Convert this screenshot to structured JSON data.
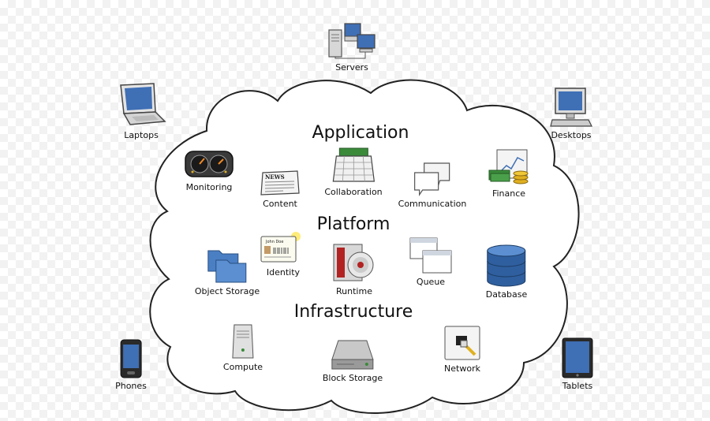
{
  "layers": {
    "application": "Application",
    "platform": "Platform",
    "infrastructure": "Infrastructure"
  },
  "clients": {
    "servers": "Servers",
    "laptops": "Laptops",
    "desktops": "Desktops",
    "phones": "Phones",
    "tablets": "Tablets"
  },
  "application": {
    "monitoring": "Monitoring",
    "content": "Content",
    "collaboration": "Collaboration",
    "communication": "Communication",
    "finance": "Finance"
  },
  "platform": {
    "object_storage": "Object Storage",
    "identity": "Identity",
    "runtime": "Runtime",
    "queue": "Queue",
    "database": "Database"
  },
  "infrastructure": {
    "compute": "Compute",
    "block_storage": "Block Storage",
    "network": "Network"
  },
  "icon_text": {
    "news": "NEWS",
    "john_doe": "John Doe"
  },
  "colors": {
    "cloud_fill": "#ffffff",
    "cloud_stroke": "#222222",
    "screen_blue": "#3f6fb5",
    "folder_blue": "#5b8fd1",
    "database_blue": "#2f5f9e",
    "runtime_red": "#b22222",
    "money_green": "#3a8a3a",
    "gold": "#e0b020"
  }
}
